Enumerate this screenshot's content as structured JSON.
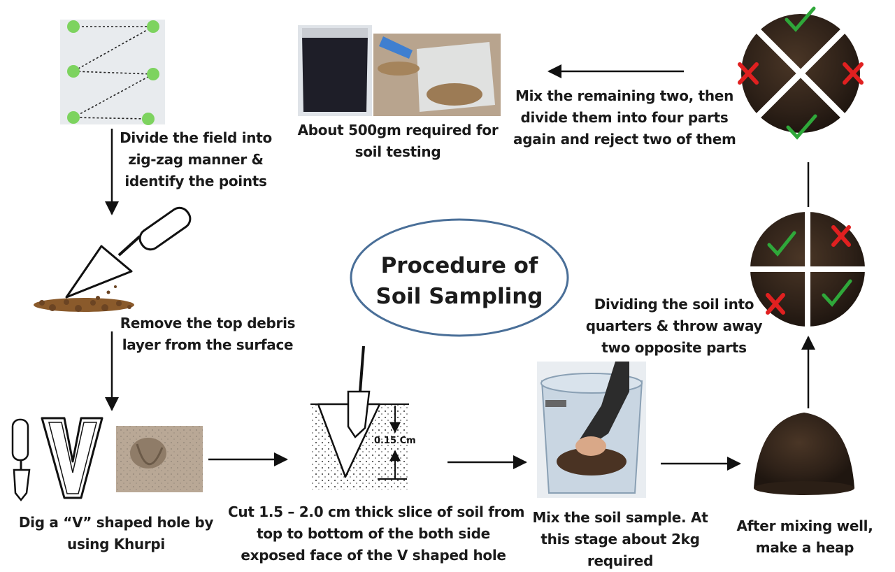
{
  "title": [
    "Procedure of",
    "Soil Sampling"
  ],
  "steps": {
    "zigzag": [
      "Divide the field into",
      "zig-zag manner &",
      "identify the points"
    ],
    "debris": [
      "Remove the top debris",
      "layer from the surface"
    ],
    "dig": [
      "Dig a “V” shaped hole by",
      "using Khurpi"
    ],
    "cut": [
      "Cut 1.5 – 2.0 cm thick slice of soil from",
      "top to bottom of the both side",
      "exposed face of the V shaped hole"
    ],
    "mix": [
      "Mix the soil sample. At",
      "this stage about 2kg",
      "required"
    ],
    "heap": [
      "After mixing well,",
      "make a heap"
    ],
    "quarter": [
      "Dividing the soil into",
      "quarters & throw away",
      "two opposite parts"
    ],
    "remix": [
      "Mix the remaining two, then",
      "divide them into four parts",
      "again and reject two of them"
    ],
    "final": [
      "About 500gm required for",
      "soil testing"
    ]
  },
  "measure_label": "0.15 Cm",
  "colors": {
    "accent_green": "#7dd35f",
    "check_green": "#2fa83a",
    "cross_red": "#e02020",
    "ellipse_stroke": "#4a6f98",
    "soil": "#3a2a1d"
  }
}
